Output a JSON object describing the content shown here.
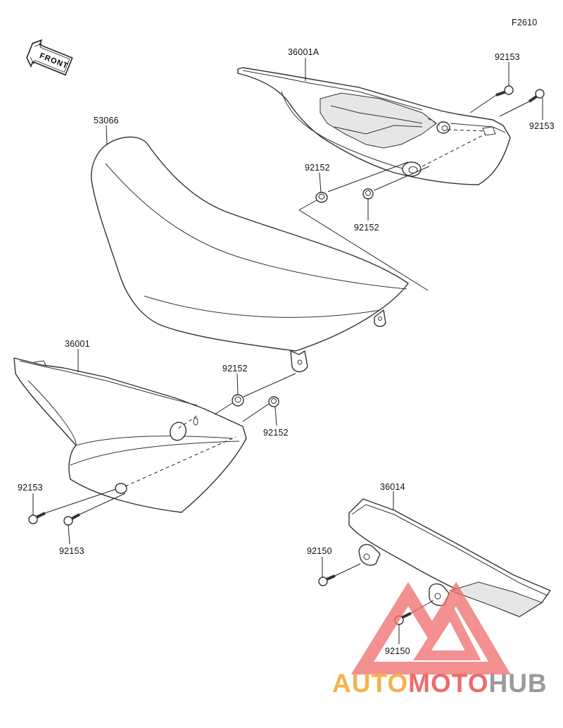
{
  "figure_code": "F2610",
  "front_label": "FRONT",
  "labels": {
    "p36001A": "36001A",
    "p92153_tr1": "92153",
    "p92153_tr2": "92153",
    "p53066": "53066",
    "p92152_a": "92152",
    "p92152_b": "92152",
    "p36001": "36001",
    "p92152_c": "92152",
    "p92152_d": "92152",
    "p92153_bl1": "92153",
    "p92153_bl2": "92153",
    "p36014": "36014",
    "p92150_a": "92150",
    "p92150_b": "92150"
  },
  "watermark": {
    "part1": "AUTO",
    "part2": "MOTO",
    "part3": "HUB",
    "colors": {
      "part1": "#f7b24c",
      "part2": "#ef6b6b",
      "part3": "#9a9a9a",
      "triangle": "#ef6b6b"
    }
  }
}
